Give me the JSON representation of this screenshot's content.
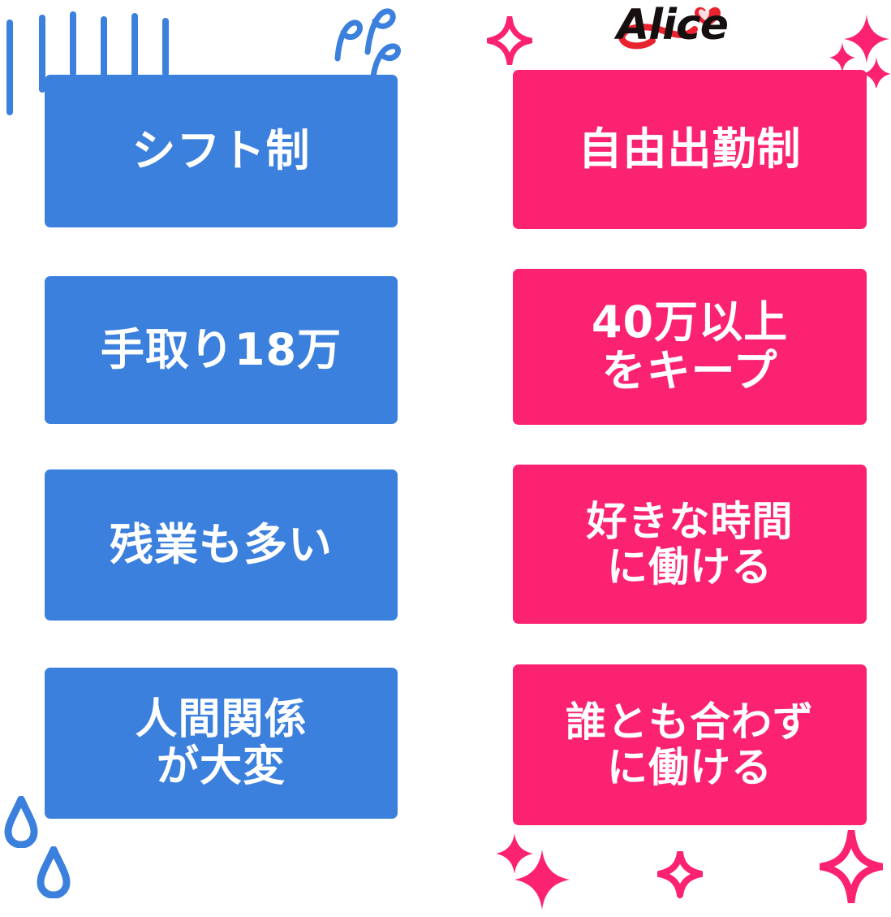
{
  "brand": {
    "logo_text": "Alice",
    "logo_color": "#15100f",
    "logo_accent_color": "#e8232f"
  },
  "theme": {
    "before_color": "#3c80de",
    "after_color": "#fb2271",
    "text_color": "#ffffff",
    "arrow_color": "#ffffff",
    "background": "#ffffff"
  },
  "comparison": {
    "arrow_icon": "arrow-right-icon",
    "rows": [
      {
        "before": "シフト制",
        "after": "自由出勤制",
        "before_size": 54,
        "after_size": 54,
        "after_lines": 1
      },
      {
        "before": "手取り18万",
        "after": "40万以上\nをキープ",
        "before_size": 54,
        "after_size": 54,
        "after_lines": 2
      },
      {
        "before": "残業も多い",
        "after": "好きな時間\nに働ける",
        "before_size": 54,
        "after_size": 50,
        "after_lines": 2
      },
      {
        "before": "人間関係\nが大変",
        "after": "誰とも合わず\nに働ける",
        "before_size": 52,
        "after_size": 50,
        "after_lines": 2
      }
    ]
  },
  "decorations": {
    "speed_lines": {
      "name": "speed-lines",
      "color": "#3c80de",
      "count": 6
    },
    "motion_marks": {
      "name": "motion-rho-marks",
      "color": "#3c80de",
      "count": 3
    },
    "sweat_drops": {
      "name": "sweat-drop",
      "color": "#3c80de",
      "count": 2
    },
    "sparkles_top": {
      "name": "sparkle",
      "color": "#fb2271",
      "count": 4
    },
    "sparkles_bottom": {
      "name": "sparkle",
      "color": "#fb2271",
      "count": 4
    }
  }
}
